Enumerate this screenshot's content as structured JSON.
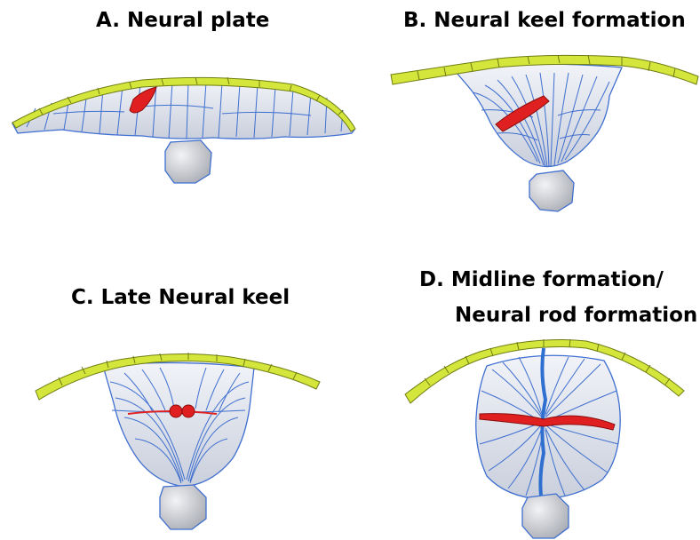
{
  "panels": [
    {
      "id": "A",
      "title": "A. Neural plate"
    },
    {
      "id": "B",
      "title": "B. Neural keel formation"
    },
    {
      "id": "C",
      "title": "C. Late Neural keel"
    },
    {
      "id": "D",
      "title_line1": "D. Midline formation/",
      "title_line2": "Neural rod formation"
    }
  ],
  "colors": {
    "ectoderm": "#d4e63c",
    "ectoderm_stroke": "#6f7d10",
    "tissue_fill": "#dfe3ec",
    "cell_outline": "#3f6fd0",
    "notochord": "#c9cbd0",
    "marked_cell": "#e02020",
    "midline": "#2f6fd0"
  }
}
